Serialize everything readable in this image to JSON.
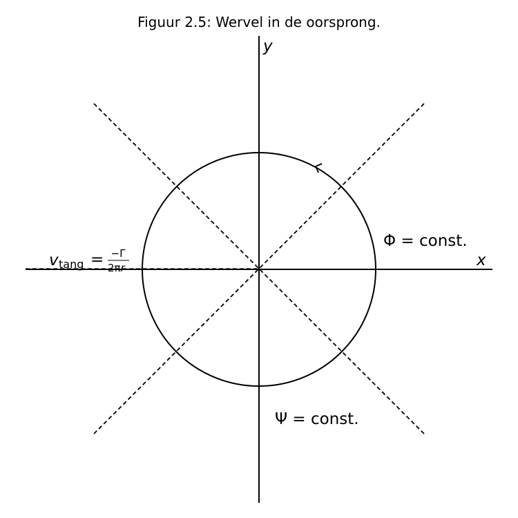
{
  "figure": {
    "caption": "Figuur 2.5: Wervel in de oorsprong.",
    "x_axis_label": "x",
    "y_axis_label": "y",
    "phi_label": "Φ = const.",
    "psi_label": "Ψ = const.",
    "velocity_label": {
      "symbol": "v",
      "subscript": "tang",
      "equals": "=",
      "numerator": "−Γ",
      "denominator_prefix": "2π",
      "denominator_var": "r"
    }
  }
}
